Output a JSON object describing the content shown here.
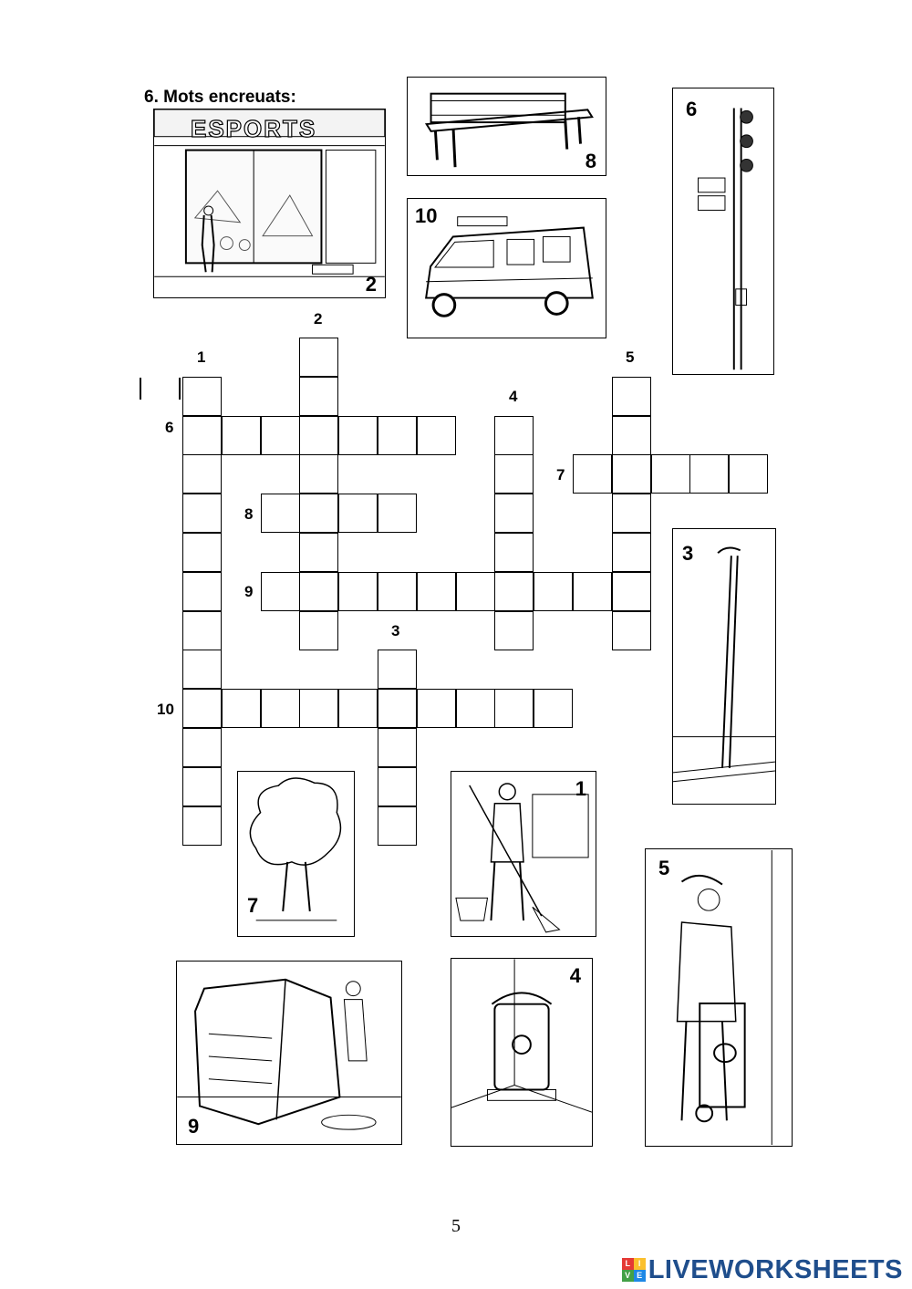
{
  "title": "6.  Mots encreuats:",
  "clue_numbers": {
    "c1": "1",
    "c2": "2",
    "c3": "3",
    "c4": "4",
    "c5": "5",
    "c6": "6",
    "c7": "7",
    "c8": "8",
    "c9": "9",
    "c10": "10"
  },
  "pictures": {
    "sports_shop": {
      "number": "2",
      "sign": "ESPORTS"
    },
    "bench": {
      "number": "8"
    },
    "ambulance": {
      "number": "10"
    },
    "traffic_light": {
      "number": "6"
    },
    "street_lamp": {
      "number": "3"
    },
    "tree": {
      "number": "7"
    },
    "street_sweeper": {
      "number": "1"
    },
    "dumpster": {
      "number": "9"
    },
    "mailbox": {
      "number": "4"
    },
    "postwoman": {
      "number": "5"
    }
  },
  "page_number": "5",
  "brand": {
    "name": "LIVEWORKSHEETS",
    "logo_letters": [
      "L",
      "I",
      "V",
      "E"
    ],
    "colors": [
      "#e53935",
      "#fbc02d",
      "#43a047",
      "#1e88e5"
    ],
    "text_color": "#1f4e8c"
  }
}
